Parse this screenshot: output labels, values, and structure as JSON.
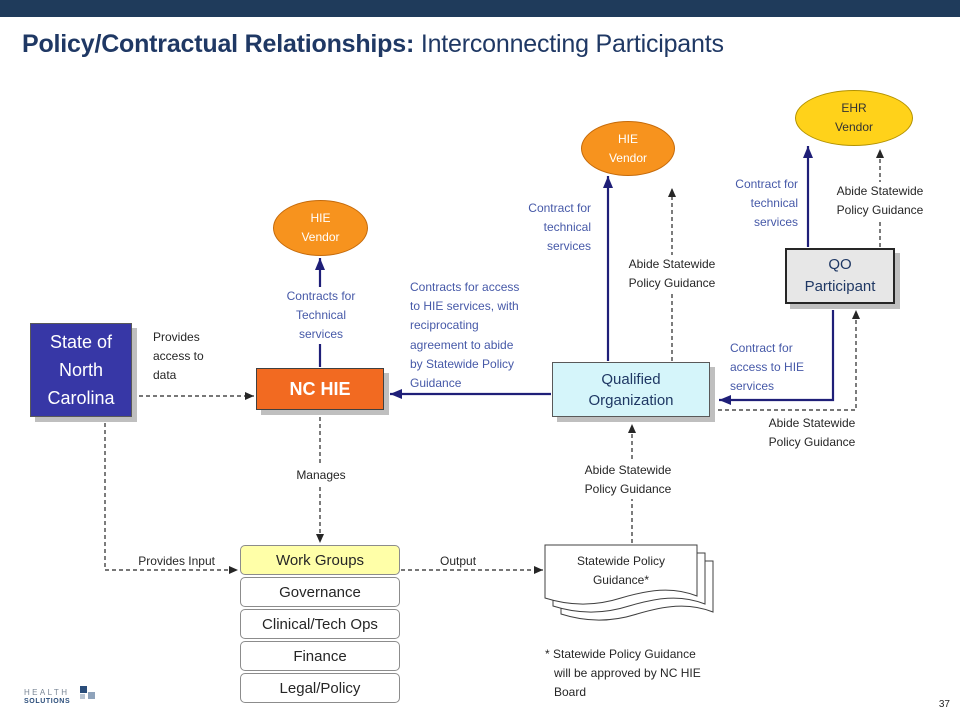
{
  "slide": {
    "title": {
      "bold": "Policy/Contractual Relationships:",
      "regular": "Interconnecting Participants"
    },
    "page_number": "37",
    "logo": {
      "line1": "HEALTH",
      "line2": "SOLUTIONS"
    }
  },
  "colors": {
    "header_bar": "#1F3B5B",
    "title": "#1F3864",
    "state_box": "#3737A6",
    "nc_hie_box": "#F26A21",
    "vendor_orange": "#F7931E",
    "vendor_yellow": "#FFD21A",
    "qualified_org_box": "#D5F5FA",
    "qo_participant_box": "#E7E7E7",
    "work_groups_box": "#FFFFA8",
    "contract_line": "#1F1F78",
    "contract_text": "#4659A8"
  },
  "nodes": {
    "state": "State of\nNorth\nCarolina",
    "nc_hie": "NC HIE",
    "hie_vendor_nc": "HIE\nVendor",
    "hie_vendor_qo": "HIE\nVendor",
    "ehr_vendor": "EHR\nVendor",
    "qualified_organization": "Qualified\nOrganization",
    "qo_participant": "QO\nParticipant",
    "statewide_policy_guidance": "Statewide Policy\nGuidance*"
  },
  "work_groups": {
    "header": "Work Groups",
    "items": [
      "Governance",
      "Clinical/Tech Ops",
      "Finance",
      "Legal/Policy"
    ]
  },
  "labels": {
    "provides_access": "Provides\naccess to\ndata",
    "contracts_technical": "Contracts for\nTechnical\nservices",
    "manages": "Manages",
    "provides_input": "Provides Input",
    "output": "Output",
    "contracts_access_hie": "Contracts for access\nto HIE services, with\nreciprocating\nagreement to abide\nby Statewide Policy\nGuidance",
    "qo_contract_technical": "Contract for\ntechnical\nservices",
    "qo_abide_vendor": "Abide Statewide\nPolicy Guidance",
    "participant_contract_technical": "Contract for\ntechnical\nservices",
    "participant_abide_vendor": "Abide Statewide\nPolicy Guidance",
    "participant_contract_access": "Contract for\naccess to HIE\nservices",
    "participant_abide_qo": "Abide Statewide\nPolicy Guidance",
    "guidance_abide_qo": "Abide Statewide\nPolicy Guidance"
  },
  "footnote": "* Statewide Policy Guidance\nwill be approved by NC HIE\nBoard"
}
